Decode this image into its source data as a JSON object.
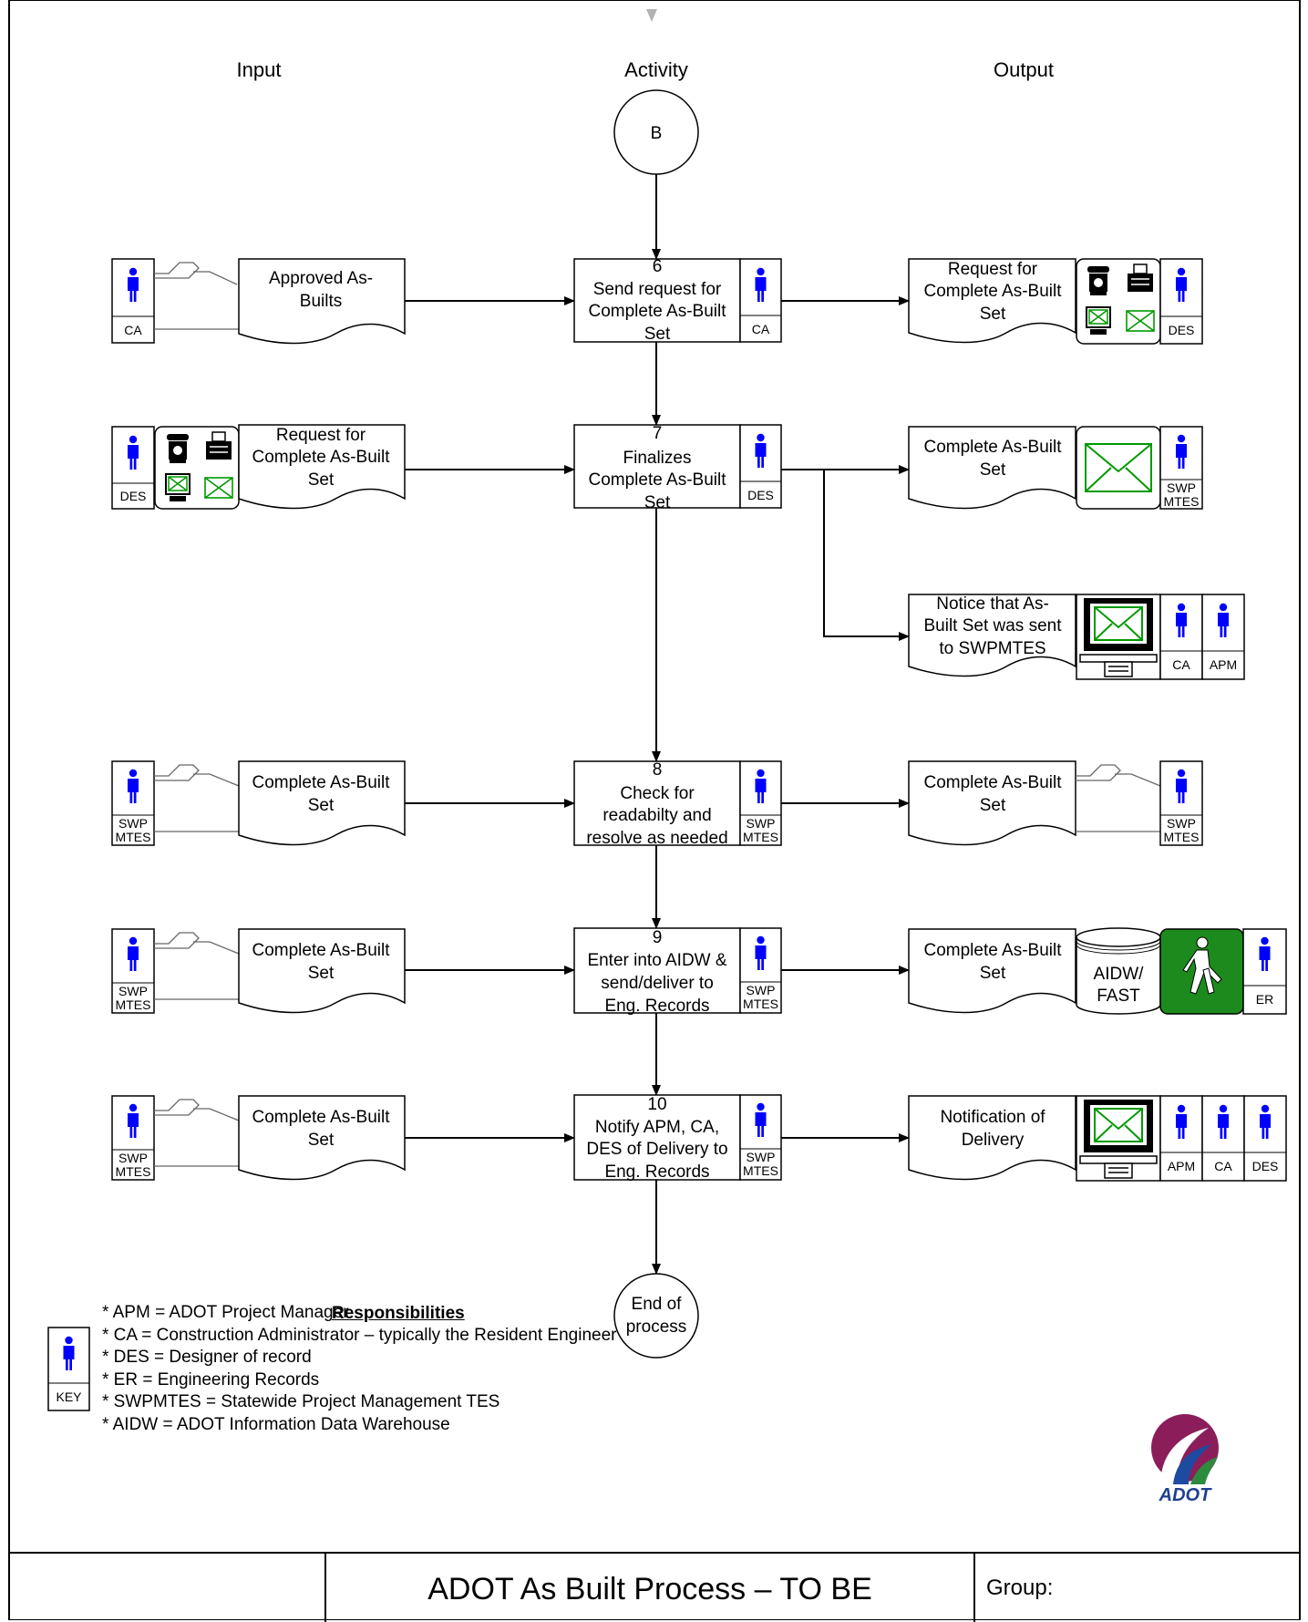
{
  "columns": {
    "input": "Input",
    "activity": "Activity",
    "output": "Output"
  },
  "start_connector": "B",
  "end_connector": [
    "End of",
    "process"
  ],
  "steps": [
    {
      "num": "6",
      "lines": [
        "Send request for",
        "Complete As-Built",
        "Set"
      ],
      "role": "CA"
    },
    {
      "num": "7",
      "lines": [
        "Finalizes",
        "Complete As-Built",
        "Set"
      ],
      "role": "DES"
    },
    {
      "num": "8",
      "lines": [
        "Check for",
        "readabilty and",
        "resolve as needed"
      ],
      "role": [
        "SWP",
        "MTES"
      ]
    },
    {
      "num": "9",
      "lines": [
        "Enter into AIDW &",
        "send/deliver to",
        "Eng. Records"
      ],
      "role": [
        "SWP",
        "MTES"
      ]
    },
    {
      "num": "10",
      "lines": [
        "Notify APM, CA,",
        "DES of Delivery to",
        "Eng. Records"
      ],
      "role": [
        "SWP",
        "MTES"
      ]
    }
  ],
  "inputs": [
    {
      "lines": [
        "Approved As-",
        "Builts"
      ],
      "role": "CA"
    },
    {
      "lines": [
        "Request for",
        "Complete As-Built",
        "Set"
      ],
      "role": "DES"
    },
    {
      "lines": [
        "Complete As-Built",
        "Set"
      ],
      "role": [
        "SWP",
        "MTES"
      ]
    },
    {
      "lines": [
        "Complete As-Built",
        "Set"
      ],
      "role": [
        "SWP",
        "MTES"
      ]
    },
    {
      "lines": [
        "Complete As-Built",
        "Set"
      ],
      "role": [
        "SWP",
        "MTES"
      ]
    }
  ],
  "outputs": [
    {
      "lines": [
        "Request for",
        "Complete As-Built",
        "Set"
      ],
      "roles": [
        "DES"
      ]
    },
    {
      "lines": [
        "Complete As-Built",
        "Set"
      ],
      "roles": [
        [
          "SWP",
          "MTES"
        ]
      ]
    },
    {
      "lines": [
        "Notice that As-",
        "Built Set was sent",
        "to SWPMTES"
      ],
      "roles": [
        "CA",
        "APM"
      ]
    },
    {
      "lines": [
        "Complete As-Built",
        "Set"
      ],
      "roles": [
        [
          "SWP",
          "MTES"
        ]
      ]
    },
    {
      "lines": [
        "Complete As-Built",
        "Set"
      ],
      "roles": [
        "ER"
      ],
      "db": [
        "AIDW/",
        "FAST"
      ]
    },
    {
      "lines": [
        "Notification of",
        "Delivery"
      ],
      "roles": [
        "APM",
        "CA",
        "DES"
      ]
    }
  ],
  "legend": {
    "title": "Responsibilities",
    "key_label": "KEY",
    "items": [
      "* APM = ADOT Project Manager",
      "* CA =  Construction Administrator – typically the Resident Engineer",
      "* DES = Designer of record",
      "*  ER = Engineering Records",
      "* SWPMTES = Statewide Project Management TES",
      "* AIDW = ADOT Information Data Warehouse"
    ]
  },
  "logo_text": "ADOT",
  "footer": {
    "title": "ADOT As Built Process – TO BE",
    "group_label": "Group:"
  },
  "colors": {
    "person": "#0000ff",
    "envelope": "#009900",
    "walk_bg": "#1d8a1d",
    "logo_purple": "#8b1e5a",
    "logo_blue": "#1e4aa0",
    "logo_green": "#2e8b3e"
  }
}
